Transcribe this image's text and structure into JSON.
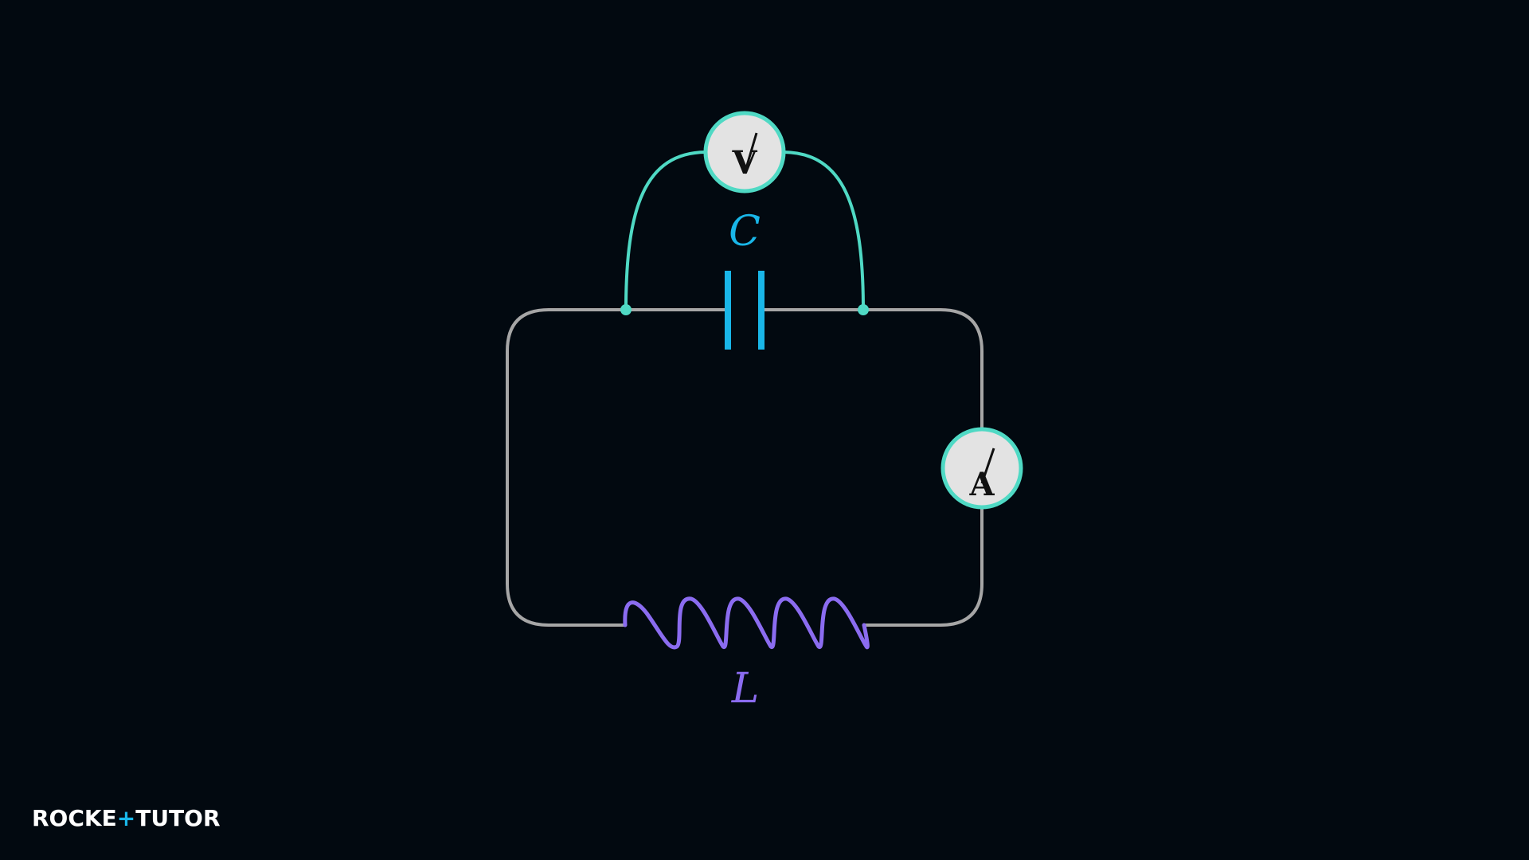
{
  "colors": {
    "background": "#020910",
    "wire": "#a6a6a6",
    "voltmeter_wire": "#4fd9c4",
    "capacitor": "#19b6e8",
    "inductor": "#8b6cf0",
    "meter_face": "#e3e3e3",
    "meter_ring": "#4fd9c4",
    "brand_accent": "#19b6e8"
  },
  "labels": {
    "capacitor": "C",
    "inductor": "L",
    "voltmeter": "V",
    "ammeter": "A"
  },
  "brand": {
    "part1": "ROCKE",
    "plus": "+",
    "part2": "TUTO",
    "part3": "R"
  },
  "icons": {
    "voltmeter": "voltmeter-icon",
    "ammeter": "ammeter-icon",
    "capacitor": "capacitor-icon",
    "inductor": "inductor-coil-icon"
  }
}
